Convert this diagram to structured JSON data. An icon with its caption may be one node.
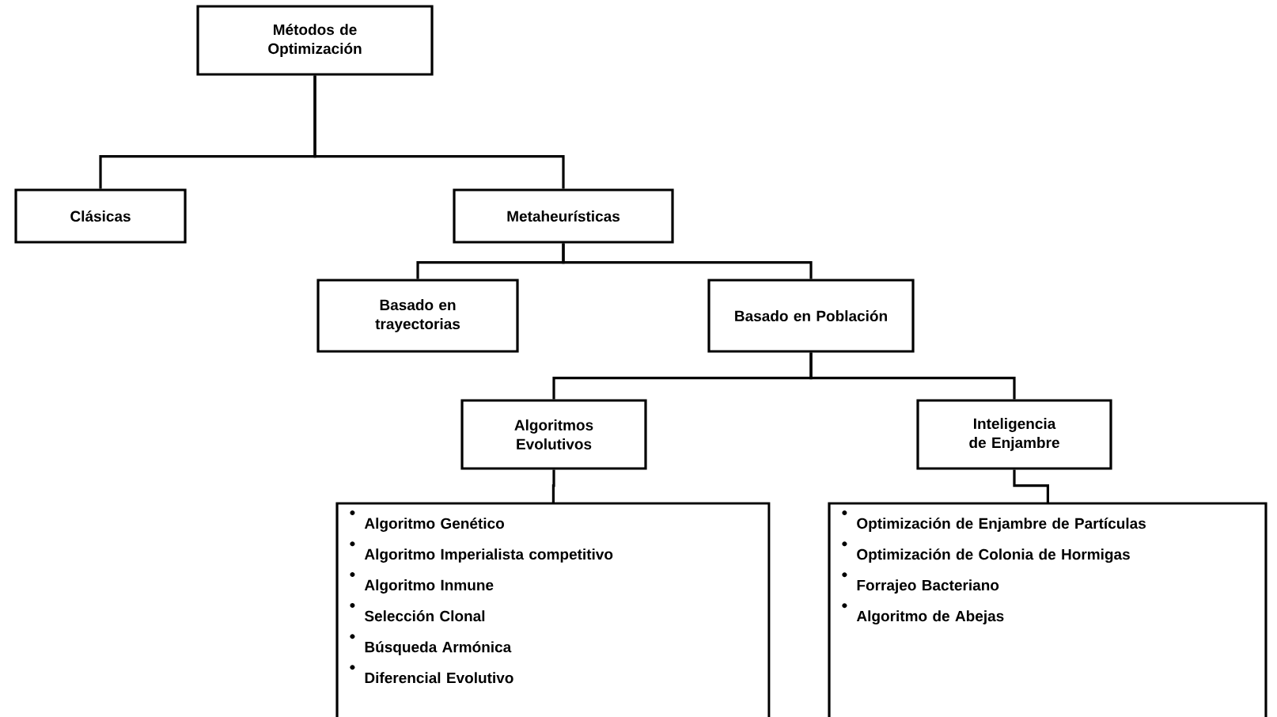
{
  "diagram": {
    "nodes": [
      {
        "text": [
          "Métodos de Optimización"
        ]
      },
      {
        "text": [
          "Clásicas"
        ]
      },
      {
        "text": [
          "Metaheurísticas"
        ]
      },
      {
        "text": [
          "Basado en trayectorias"
        ]
      },
      {
        "text": [
          "Basado en Población"
        ]
      },
      {
        "text": [
          "Algoritmos Evolutivos"
        ]
      },
      {
        "text": [
          "Inteligencia de Enjambre"
        ]
      },
      {
        "text": [
          "Algoritmo Genético",
          "Algoritmo Imperialista competitivo",
          "Algoritmo Inmune",
          "Selección Clonal",
          "Búsqueda Armónica",
          "Diferencial Evolutivo"
        ]
      },
      {
        "text": [
          "Optimización de Enjambre de Partículas",
          "Optimización de Colonia de Hormigas",
          "Forrajeo Bacteriano",
          "Algoritmo de Abejas"
        ]
      }
    ],
    "edges": [
      {
        "from": 0,
        "to": 1,
        "arrow": "none"
      },
      {
        "from": 0,
        "to": 2,
        "arrow": "none"
      },
      {
        "from": 2,
        "to": 3,
        "arrow": "none"
      },
      {
        "from": 2,
        "to": 4,
        "arrow": "none"
      },
      {
        "from": 4,
        "to": 5,
        "arrow": "none"
      },
      {
        "from": 4,
        "to": 6,
        "arrow": "none"
      },
      {
        "from": 5,
        "to": 7,
        "arrow": "none"
      },
      {
        "from": 6,
        "to": 8,
        "arrow": "none"
      }
    ]
  }
}
